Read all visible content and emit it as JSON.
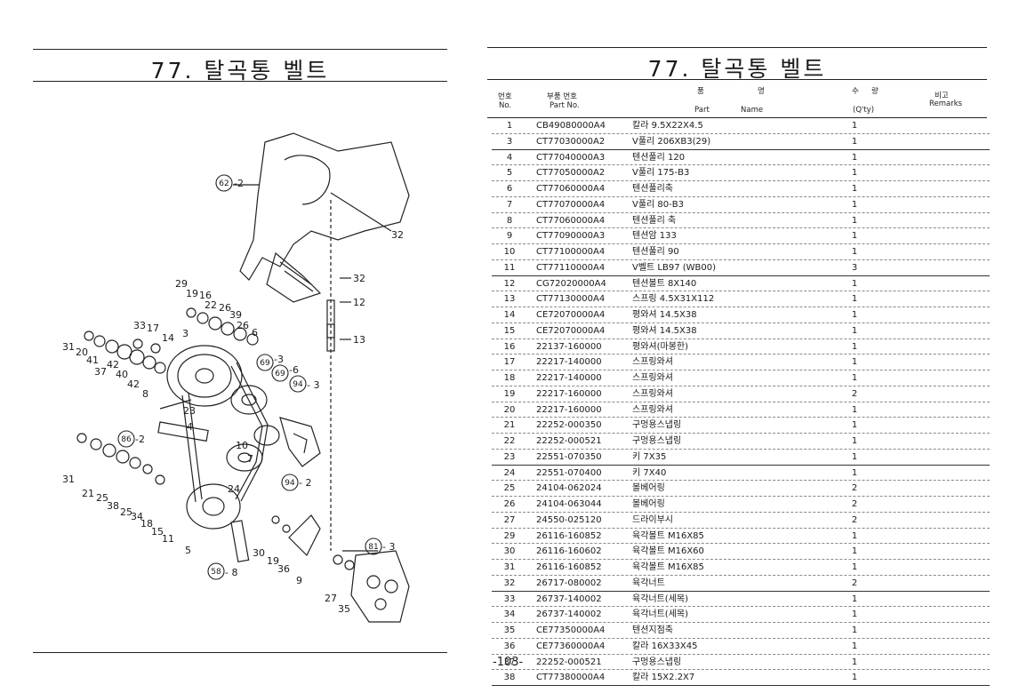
{
  "left_page": {
    "title": "77. 탈곡통 벨트",
    "callouts": [
      {
        "id": "c62",
        "label": "62",
        "suffix": "-2"
      },
      {
        "id": "c69a",
        "label": "69",
        "suffix": "-3"
      },
      {
        "id": "c69b",
        "label": "69",
        "suffix": "-6"
      },
      {
        "id": "c94a",
        "label": "94",
        "suffix": "- 3"
      },
      {
        "id": "c86",
        "label": "86",
        "suffix": "-2"
      },
      {
        "id": "c94b",
        "label": "94",
        "suffix": "- 2"
      },
      {
        "id": "c81",
        "label": "81",
        "suffix": "- 3"
      },
      {
        "id": "c58",
        "label": "58",
        "suffix": "- 8"
      }
    ],
    "part_numbers": [
      "32",
      "32",
      "12",
      "13",
      "29",
      "19",
      "16",
      "22",
      "26",
      "39",
      "26",
      "6",
      "33",
      "17",
      "14",
      "3",
      "31",
      "20",
      "41",
      "42",
      "40",
      "37",
      "42",
      "8",
      "23",
      "4",
      "10",
      "7",
      "31",
      "21",
      "25",
      "38",
      "25",
      "34",
      "18",
      "15",
      "11",
      "5",
      "24",
      "30",
      "19",
      "36",
      "9",
      "27",
      "35"
    ]
  },
  "right_page": {
    "title": "77. 탈곡통 벨트",
    "headers": {
      "no_ko": "번호",
      "no_en": "No.",
      "pn_ko": "부품 번호",
      "pn_en": "Part  No.",
      "name_ko_1": "품",
      "name_ko_2": "명",
      "name_en_1": "Part",
      "name_en_2": "Name",
      "qty_ko_1": "수",
      "qty_ko_2": "량",
      "qty_en": "(Q'ty)",
      "remarks_ko": "비고",
      "remarks_en": "Remarks"
    },
    "rows": [
      {
        "no": "1",
        "pn": "CB49080000A4",
        "name": "칼라 9.5X22X4.5",
        "qty": "1"
      },
      {
        "no": "3",
        "pn": "CT77030000A2",
        "name": "V풀리 206XB3(29)",
        "qty": "1"
      },
      {
        "no": "4",
        "pn": "CT77040000A3",
        "name": "텐션풀리 120",
        "qty": "1"
      },
      {
        "no": "5",
        "pn": "CT77050000A2",
        "name": "V풀리 175-B3",
        "qty": "1"
      },
      {
        "no": "6",
        "pn": "CT77060000A4",
        "name": "텐션풀리축",
        "qty": "1"
      },
      {
        "no": "7",
        "pn": "CT77070000A4",
        "name": "V풀리 80-B3",
        "qty": "1"
      },
      {
        "no": "8",
        "pn": "CT77060000A4",
        "name": "텐션풀리 축",
        "qty": "1"
      },
      {
        "no": "9",
        "pn": "CT77090000A3",
        "name": "텐션암 133",
        "qty": "1"
      },
      {
        "no": "10",
        "pn": "CT77100000A4",
        "name": "텐션풀리 90",
        "qty": "1"
      },
      {
        "no": "11",
        "pn": "CT77110000A4",
        "name": "V벨트 LB97 (WB00)",
        "qty": "3"
      },
      {
        "no": "12",
        "pn": "CG72020000A4",
        "name": "텐션볼트 8X140",
        "qty": "1"
      },
      {
        "no": "13",
        "pn": "CT77130000A4",
        "name": "스프링 4.5X31X112",
        "qty": "1"
      },
      {
        "no": "14",
        "pn": "CE72070000A4",
        "name": "평와셔 14.5X38",
        "qty": "1"
      },
      {
        "no": "15",
        "pn": "CE72070000A4",
        "name": "평와셔 14.5X38",
        "qty": "1"
      },
      {
        "no": "16",
        "pn": "22137-160000",
        "name": "평와셔(마봉한)",
        "qty": "1"
      },
      {
        "no": "17",
        "pn": "22217-140000",
        "name": "스프링와셔",
        "qty": "1"
      },
      {
        "no": "18",
        "pn": "22217-140000",
        "name": "스프링와셔",
        "qty": "1"
      },
      {
        "no": "19",
        "pn": "22217-160000",
        "name": "스프링와셔",
        "qty": "2"
      },
      {
        "no": "20",
        "pn": "22217-160000",
        "name": "스프링와셔",
        "qty": "1"
      },
      {
        "no": "21",
        "pn": "22252-000350",
        "name": "구멍용스냅링",
        "qty": "1"
      },
      {
        "no": "22",
        "pn": "22252-000521",
        "name": "구멍용스냅링",
        "qty": "1"
      },
      {
        "no": "23",
        "pn": "22551-070350",
        "name": "키 7X35",
        "qty": "1"
      },
      {
        "no": "24",
        "pn": "22551-070400",
        "name": "키 7X40",
        "qty": "1"
      },
      {
        "no": "25",
        "pn": "24104-062024",
        "name": "볼베어링",
        "qty": "2"
      },
      {
        "no": "26",
        "pn": "24104-063044",
        "name": "볼베어링",
        "qty": "2"
      },
      {
        "no": "27",
        "pn": "24550-025120",
        "name": "드라이부시",
        "qty": "2"
      },
      {
        "no": "29",
        "pn": "26116-160852",
        "name": "육각볼트 M16X85",
        "qty": "1"
      },
      {
        "no": "30",
        "pn": "26116-160602",
        "name": "육각볼트 M16X60",
        "qty": "1"
      },
      {
        "no": "31",
        "pn": "26116-160852",
        "name": "육각볼트 M16X85",
        "qty": "1"
      },
      {
        "no": "32",
        "pn": "26717-080002",
        "name": "육각너트",
        "qty": "2"
      },
      {
        "no": "33",
        "pn": "26737-140002",
        "name": "육각너트(세목)",
        "qty": "1"
      },
      {
        "no": "34",
        "pn": "26737-140002",
        "name": "육각너트(세목)",
        "qty": "1"
      },
      {
        "no": "35",
        "pn": "CE77350000A4",
        "name": "텐션지점축",
        "qty": "1"
      },
      {
        "no": "36",
        "pn": "CE77360000A4",
        "name": "칼라 16X33X45",
        "qty": "1"
      },
      {
        "no": "37",
        "pn": "22252-000521",
        "name": "구멍용스냅링",
        "qty": "1"
      },
      {
        "no": "38",
        "pn": "CT77380000A4",
        "name": "칼라 15X2.2X7",
        "qty": "1"
      }
    ],
    "page_number": "-103-"
  }
}
